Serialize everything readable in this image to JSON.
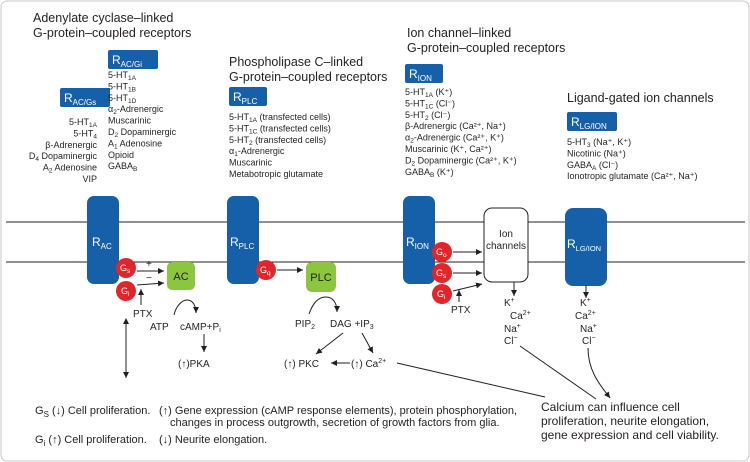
{
  "colors": {
    "receptor": "#1560a8",
    "g_protein": "#e0262b",
    "enzyme": "#8cc63f",
    "frame": "#c8c8c8",
    "text": "#231f20"
  },
  "headings": {
    "adenylate_1": "Adenylate cyclase–linked",
    "adenylate_2": "G-protein–coupled receptors",
    "plc_1": "Phospholipase C–linked",
    "plc_2": "G-protein–coupled receptors",
    "ion_1": "Ion channel–linked",
    "ion_2": "G-protein–coupled receptors",
    "ligand": "Ligand-gated ion channels"
  },
  "badges": {
    "r_ac_gi": {
      "main": "R",
      "sub": "AC/Gi"
    },
    "r_ac_gs": {
      "main": "R",
      "sub": "AC/Gs"
    },
    "r_plc": {
      "main": "R",
      "sub": "PLC"
    },
    "r_ion": {
      "main": "R",
      "sub": "ION"
    },
    "r_lg_ion": {
      "main": "R",
      "sub": "LG/ION"
    }
  },
  "lists": {
    "gi": [
      {
        "t": "5-HT",
        "s": "1A"
      },
      {
        "t": "5-HT",
        "s": "1B"
      },
      {
        "t": "5-HT",
        "s": "1D"
      },
      {
        "pre": "α",
        "ps": "2",
        "t": "-Adrenergic"
      },
      {
        "t": "Muscarinic"
      },
      {
        "pre": "D",
        "ps": "2",
        "t": " Dopaminergic"
      },
      {
        "pre": "A",
        "ps": "1",
        "t": " Adenosine"
      },
      {
        "t": "Opioid"
      },
      {
        "t": "GABA",
        "s": "B"
      }
    ],
    "gs": [
      {
        "t": "5-HT",
        "s": "1A"
      },
      {
        "t": "5-HT",
        "s": "4"
      },
      {
        "t": "β-Adrenergic"
      },
      {
        "pre": "D",
        "ps": "4",
        "t": " Dopaminergic"
      },
      {
        "pre": "A",
        "ps": "2",
        "t": " Adenosine"
      },
      {
        "t": "VIP"
      }
    ],
    "plc": [
      {
        "t": "5-HT",
        "s": "1A",
        "after": " (transfected cells)"
      },
      {
        "t": "5-HT",
        "s": "1C",
        "after": " (transfected cells)"
      },
      {
        "t": "5-HT",
        "s": "2",
        "after": " (transfected cells)"
      },
      {
        "pre": "α",
        "ps": "1",
        "t": "-Adrenergic"
      },
      {
        "t": "Muscarinic"
      },
      {
        "t": "Metabotropic glutamate"
      }
    ],
    "ion": [
      {
        "t": "5-HT",
        "s": "1A",
        "after": " (K⁺)"
      },
      {
        "t": "5-HT",
        "s": "1C",
        "after": " (Cl⁻)"
      },
      {
        "t": "5-HT",
        "s": "2",
        "after": " (Cl⁻)"
      },
      {
        "t": "β-Adrenergic (Ca²⁺, Na⁺)"
      },
      {
        "pre": "α",
        "ps": "2",
        "t": "-Adrenergic (Ca²⁺, K⁺)"
      },
      {
        "t": "Muscarinic (K⁺, Ca²⁺)"
      },
      {
        "pre": "D",
        "ps": "2",
        "t": " Dopaminergic (Ca²⁺, K⁺)"
      },
      {
        "t": "GABA",
        "s": "B",
        "after": " (K⁺)"
      }
    ],
    "lg": [
      {
        "t": "5-HT",
        "s": "3",
        "after": " (Na⁺, K⁺)"
      },
      {
        "t": "Nicotinic (Na⁺)"
      },
      {
        "t": "GABA",
        "s": "A",
        "after": " (Cl⁻)"
      },
      {
        "t": "Ionotropic glutamate (Ca²⁺, Na⁺)"
      }
    ]
  },
  "membrane_receptors": {
    "rac": {
      "main": "R",
      "sub": "AC"
    },
    "rplc": {
      "main": "R",
      "sub": "PLC"
    },
    "rion": {
      "main": "R",
      "sub": "ION"
    },
    "rlg": {
      "main": "R",
      "sub": "LG/ION"
    }
  },
  "ion_channels_label_1": "Ion",
  "ion_channels_label_2": "channels",
  "g_proteins": {
    "gs": {
      "main": "G",
      "sub": "s"
    },
    "gi": {
      "main": "G",
      "sub": "i"
    },
    "gq": {
      "main": "G",
      "sub": "q"
    },
    "go": {
      "main": "G",
      "sub": "o"
    }
  },
  "enzymes": {
    "ac": "AC",
    "plc": "PLC"
  },
  "signs": {
    "plus": "+",
    "minus": "−"
  },
  "pathway": {
    "ptx": "PTX",
    "atp": "ATP",
    "camp_pi": "cAMP+P",
    "camp_pi_sub": "i",
    "pka": "(↑)PKA",
    "pip2": "PIP",
    "pip2_sub": "2",
    "dag_ip3": "DAG +IP",
    "dag_ip3_sub": "3",
    "pkc": "(↑) PKC",
    "ca_left": "(↑) Ca",
    "ca_left_sup": "2+"
  },
  "ions": {
    "k": "K",
    "ca": "Ca",
    "na": "Na",
    "cl": "Cl",
    "k_sup": "+",
    "ca_sup": "2+",
    "na_sup": "+",
    "cl_sup": "−"
  },
  "footer": {
    "gs_label": "G",
    "gs_sub": "S",
    "gs_text": " (↓) Cell proliferation.",
    "gs_effect_1": "(↑) Gene expression (cAMP response elements), protein phosphorylation,",
    "gs_effect_2": "changes in process outgrowth, secretion of growth factors from glia.",
    "gi_label": "G",
    "gi_sub": "i",
    "gi_text": " (↑) Cell proliferation.",
    "gi_effect": "(↓) Neurite elongation.",
    "calcium_1": "Calcium can influence cell",
    "calcium_2": "proliferation, neurite elongation,",
    "calcium_3": "gene expression and cell viability."
  }
}
